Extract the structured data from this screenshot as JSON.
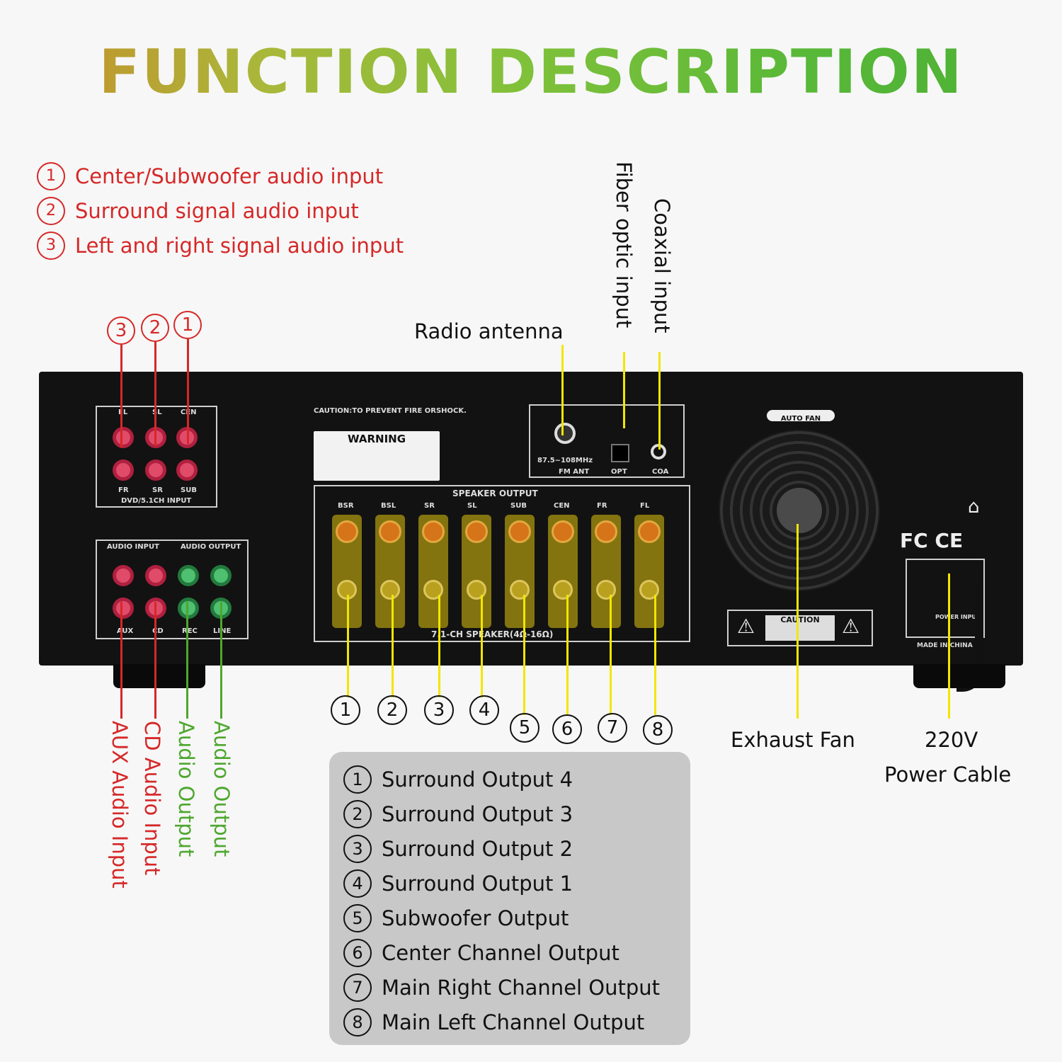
{
  "title": "FUNCTION DESCRIPTION",
  "input_legend": [
    {
      "num": "1",
      "label": "Center/Subwoofer audio input"
    },
    {
      "num": "2",
      "label": "Surround signal audio input"
    },
    {
      "num": "3",
      "label": "Left and right signal audio input"
    }
  ],
  "top_markers": [
    "3",
    "2",
    "1"
  ],
  "labels": {
    "radio_antenna": "Radio antenna",
    "fiber_optic": "Fiber optic input",
    "coaxial": "Coaxial input",
    "exhaust_fan": "Exhaust Fan",
    "power_v": "220V",
    "power_cable": "Power Cable",
    "aux_input": "AUX Audio Input",
    "cd_input": "CD Audio Input",
    "audio_output_1": "Audio Output",
    "audio_output_2": "Audio Output"
  },
  "speaker_markers": [
    "1",
    "2",
    "3",
    "4",
    "5",
    "6",
    "7",
    "8"
  ],
  "output_legend": [
    {
      "num": "1",
      "label": "Surround Output 4"
    },
    {
      "num": "2",
      "label": "Surround Output 3"
    },
    {
      "num": "3",
      "label": "Surround Output 2"
    },
    {
      "num": "4",
      "label": "Surround Output 1"
    },
    {
      "num": "5",
      "label": "Subwoofer Output"
    },
    {
      "num": "6",
      "label": "Center Channel Output"
    },
    {
      "num": "7",
      "label": "Main Right Channel Output"
    },
    {
      "num": "8",
      "label": "Main Left Channel Output"
    }
  ],
  "device_text": {
    "caution_top": "CAUTION:TO PREVENT FIRE ORSHOCK.",
    "warning": "WARNING",
    "speaker_output": "SPEAKER OUTPUT",
    "speaker_spec": "7.1-CH SPEAKER(4Ω-16Ω)",
    "auto_fan": "AUTO FAN",
    "caution_box": "CAUTION",
    "fm_ant": "FM ANT",
    "opt": "OPT",
    "coa": "COA",
    "freq": "87.5~108MHz",
    "dvd_input": "DVD/5.1CH INPUT",
    "audio_input": "AUDIO INPUT",
    "audio_output": "AUDIO OUTPUT",
    "aux": "AUX",
    "cd": "CD",
    "rec": "REC",
    "line": "LINE",
    "made_in": "MADE IN CHINA",
    "power_input": "POWER INPUT",
    "ch_fl": "FL",
    "ch_sl": "SL",
    "ch_cen": "CEN",
    "ch_fr": "FR",
    "ch_sr": "SR",
    "ch_sub": "SUB",
    "spk": [
      "BSR",
      "BSL",
      "SR",
      "SL",
      "SUB",
      "CEN",
      "FR",
      "FL"
    ],
    "certs": "FC CE"
  },
  "colors": {
    "red": "#d62828",
    "green": "#4ea72e",
    "yellow": "#f2e600",
    "panel": "#c8c8c8"
  }
}
